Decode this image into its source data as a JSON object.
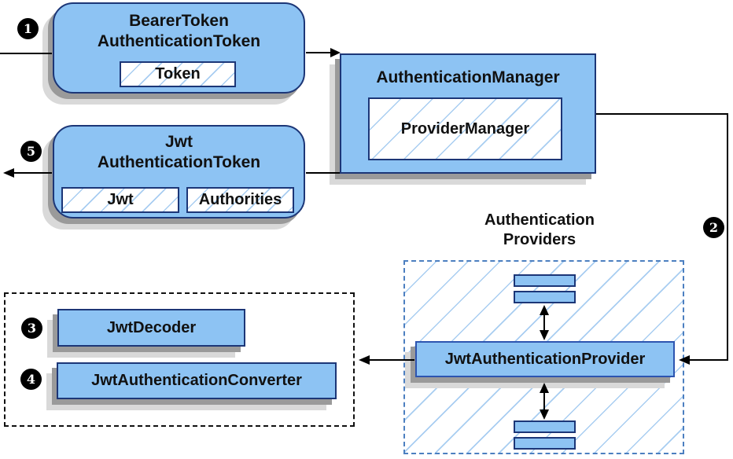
{
  "colors": {
    "background": "#ffffff",
    "box_fill": "#8dc3f3",
    "box_border": "#1c3677",
    "provider_border": "#2d55b0",
    "hatch_line": "#a8cdf1",
    "blue_dash_border": "#4c7fc0",
    "black_dash_border": "#111111",
    "shadow_dark": "#9a9a9a",
    "shadow_light": "#d9d9d9",
    "arrow": "#000000",
    "step_bg": "#000000",
    "step_fg": "#ffffff",
    "text": "#111111"
  },
  "steps": [
    "1",
    "2",
    "3",
    "4",
    "5"
  ],
  "nodes": {
    "bearer_token": {
      "title_line1": "BearerToken",
      "title_line2": "AuthenticationToken",
      "inner": "Token"
    },
    "auth_manager": {
      "title": "AuthenticationManager",
      "inner": "ProviderManager"
    },
    "jwt_token": {
      "title_line1": "Jwt",
      "title_line2": "AuthenticationToken",
      "inner_jwt": "Jwt",
      "inner_authorities": "Authorities"
    },
    "providers_group": {
      "label_line1": "Authentication",
      "label_line2": "Providers"
    },
    "jwt_auth_provider": {
      "label": "JwtAuthenticationProvider"
    },
    "jwt_decoder": {
      "label": "JwtDecoder"
    },
    "jwt_auth_converter": {
      "label": "JwtAuthenticationConverter"
    }
  }
}
